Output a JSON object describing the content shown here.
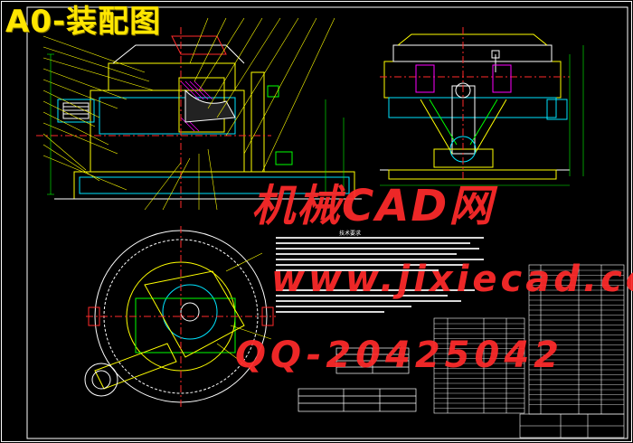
{
  "title": "A0-装配图",
  "watermark": {
    "name": "机械CAD网",
    "url": "www.jixiecad.com",
    "qq": "QQ-20425042"
  },
  "notes_title": "技术要求",
  "colors": {
    "background": "#000000",
    "frame": "#ffffff",
    "title": "#ffe600",
    "lines_yellow": "#ffff00",
    "lines_cyan": "#00e5ff",
    "lines_green": "#00ff00",
    "lines_red": "#ff2a2a",
    "lines_magenta": "#ff00ff",
    "watermark": "#ff2a2a"
  }
}
